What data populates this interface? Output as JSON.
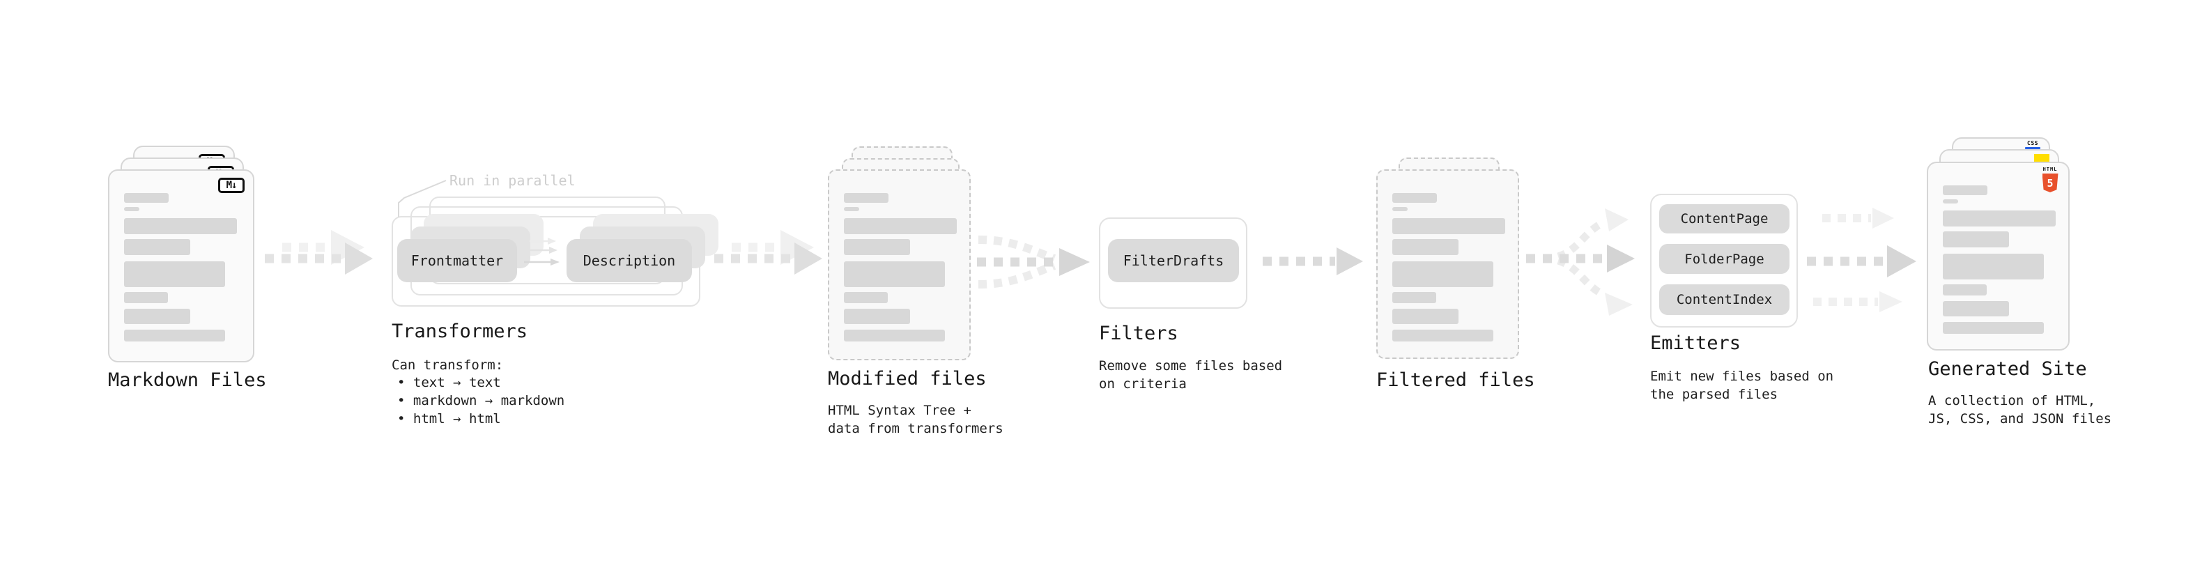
{
  "stages": {
    "markdown_files": {
      "label": "Markdown Files",
      "badge": "M↓"
    },
    "transformers": {
      "callout": "Run in parallel",
      "pills": [
        "Frontmatter",
        "Description"
      ],
      "label": "Transformers",
      "desc_title": "Can transform:",
      "bullets": [
        "• text → text",
        "• markdown → markdown",
        "• html → html"
      ]
    },
    "modified_files": {
      "label": "Modified files",
      "desc": "HTML Syntax Tree +\ndata from transformers"
    },
    "filters": {
      "label": "Filters",
      "pill": "FilterDrafts",
      "desc": "Remove some files based\non criteria"
    },
    "filtered_files": {
      "label": "Filtered files"
    },
    "emitters": {
      "label": "Emitters",
      "pills": [
        "ContentPage",
        "FolderPage",
        "ContentIndex"
      ],
      "desc": "Emit new files based on\nthe parsed files"
    },
    "generated_site": {
      "label": "Generated Site",
      "desc": "A collection of HTML,\nJS, CSS, and JSON files",
      "badge_css": "CSS",
      "badge_html_label": "HTML",
      "badge_html_number": "5"
    }
  },
  "colors": {
    "html5_orange": "#e8512c",
    "js_yellow": "#ffde00",
    "css_blue": "#2760e6",
    "markdown_badge_black": "#111111",
    "placeholder_gray": "#d8d8d8",
    "arrow_gray": "#d6d6d6",
    "faint_arrow_gray": "#f0f0f0"
  }
}
